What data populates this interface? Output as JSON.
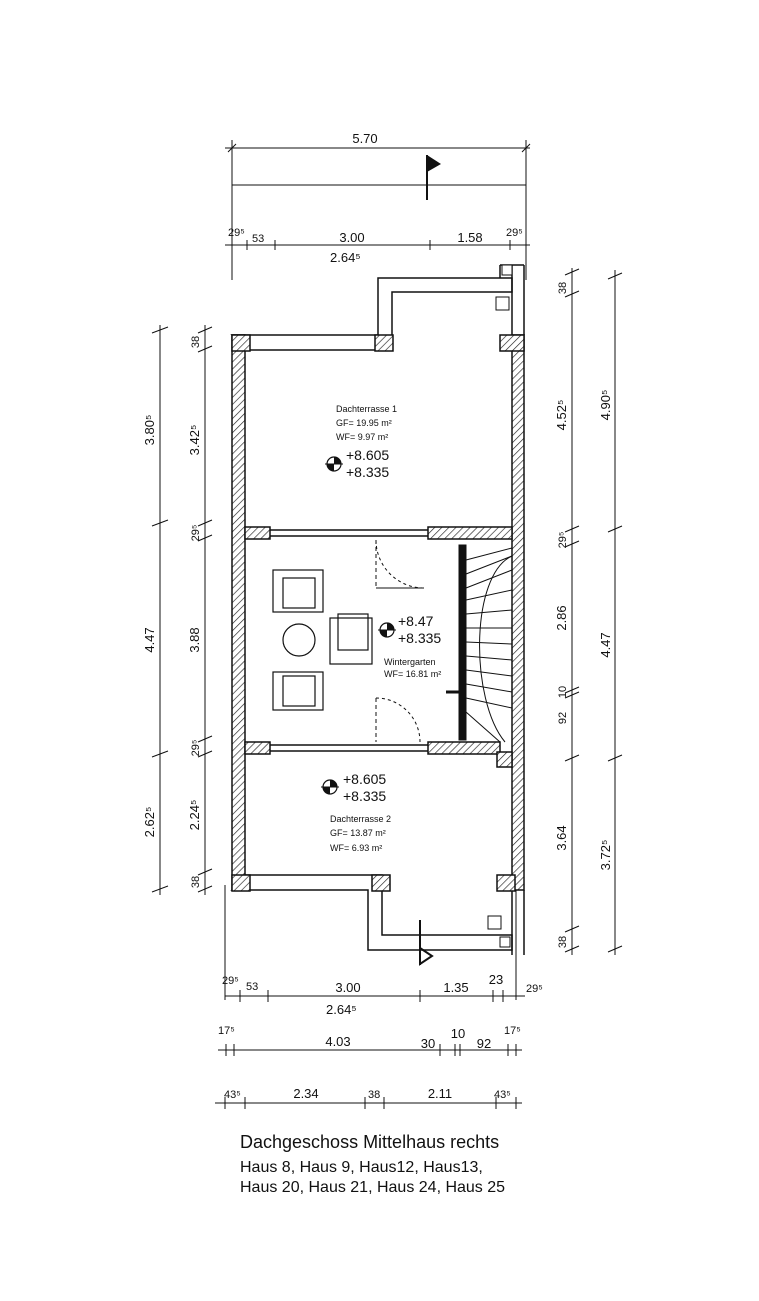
{
  "plan": {
    "rooms": [
      {
        "name": "Dachterrasse 1",
        "gf": "GF= 19.95 m²",
        "wf": "WF= 9.97 m²",
        "level_top": "+8.605",
        "level_bottom": "+8.335"
      },
      {
        "name": "Wintergarten",
        "wf": "WF= 16.81 m²",
        "level_top": "+8.47",
        "level_bottom": "+8.335"
      },
      {
        "name": "Dachterrasse 2",
        "gf": "GF= 13.87 m²",
        "wf": "WF= 6.93 m²",
        "level_top": "+8.605",
        "level_bottom": "+8.335"
      }
    ],
    "dims_top": {
      "overall": "5.70",
      "row1": [
        "29⁵",
        "53",
        "3.00",
        "1.58",
        "29⁵"
      ],
      "row1_sub": "2.64⁵"
    },
    "dims_left": {
      "outer": [
        "3.80⁵",
        "4.47",
        "2.62⁵"
      ],
      "inner": [
        "38",
        "3.42⁵",
        "29⁵",
        "3.88",
        "29⁵",
        "2.24⁵",
        "38"
      ]
    },
    "dims_right": {
      "inner": [
        "38",
        "4.52⁵",
        "29⁵",
        "2.86",
        "10",
        "92",
        "3.64",
        "38"
      ],
      "outer": [
        "4.90⁵",
        "4.47",
        "3.72⁵"
      ]
    },
    "dims_bottom": {
      "row1": [
        "29⁵",
        "53",
        "3.00",
        "1.35",
        "23",
        "29⁵"
      ],
      "row1_sub": "2.64⁵",
      "row2": [
        "17⁵",
        "4.03",
        "30",
        "10",
        "92",
        "17⁵"
      ],
      "row3": [
        "43⁵",
        "2.34",
        "38",
        "2.11",
        "43⁵"
      ]
    }
  },
  "caption": {
    "title": "Dachgeschoss Mittelhaus rechts",
    "line1": "Haus  8, Haus  9, Haus12, Haus13,",
    "line2": "Haus 20, Haus 21, Haus 24, Haus 25"
  }
}
